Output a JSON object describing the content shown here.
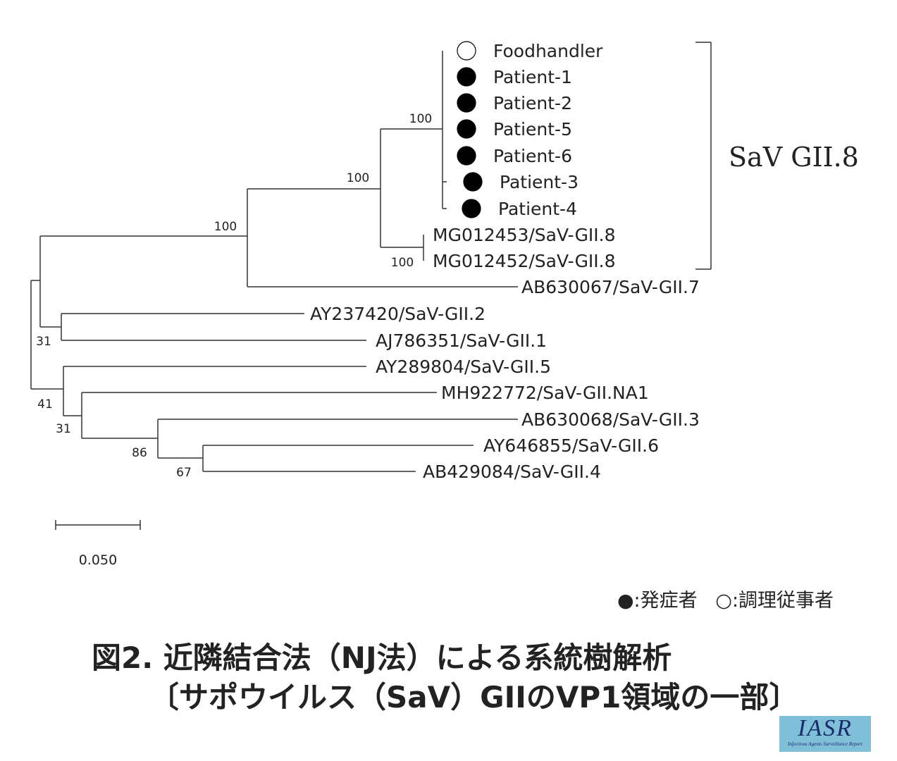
{
  "leaves": [
    {
      "id": "foodhandler",
      "label": "Foodhandler",
      "marker": "open"
    },
    {
      "id": "p1",
      "label": "Patient-1",
      "marker": "filled"
    },
    {
      "id": "p2",
      "label": "Patient-2",
      "marker": "filled"
    },
    {
      "id": "p5",
      "label": "Patient-5",
      "marker": "filled"
    },
    {
      "id": "p6",
      "label": "Patient-6",
      "marker": "filled"
    },
    {
      "id": "p3",
      "label": "Patient-3",
      "marker": "filled"
    },
    {
      "id": "p4",
      "label": "Patient-4",
      "marker": "filled"
    },
    {
      "id": "mg453",
      "label": "MG012453/SaV-GII.8"
    },
    {
      "id": "mg452",
      "label": "MG012452/SaV-GII.8"
    },
    {
      "id": "ab067",
      "label": "AB630067/SaV-GII.7"
    },
    {
      "id": "ay420",
      "label": "AY237420/SaV-GII.2"
    },
    {
      "id": "aj351",
      "label": "AJ786351/SaV-GII.1"
    },
    {
      "id": "ay804",
      "label": "AY289804/SaV-GII.5"
    },
    {
      "id": "mh772",
      "label": "MH922772/SaV-GII.NA1"
    },
    {
      "id": "ab068",
      "label": "AB630068/SaV-GII.3"
    },
    {
      "id": "ay855",
      "label": "AY646855/SaV-GII.6"
    },
    {
      "id": "ab084",
      "label": "AB429084/SaV-GII.4"
    }
  ],
  "bootstrap": [
    "100",
    "100",
    "100",
    "100",
    "31",
    "41",
    "31",
    "86",
    "67"
  ],
  "clade_label": "SaV GII.8",
  "scale_bar": "0.050",
  "legend": {
    "filled": "●:発症者",
    "open": "○:調理従事者"
  },
  "title": {
    "line1": "図2. 近隣結合法（NJ法）による系統樹解析",
    "line2": "〔サポウイルス（SaV）GIIのVP1領域の一部〕"
  },
  "logo": {
    "name": "IASR",
    "subtitle": "Infectious Agents Surveillance Report"
  }
}
